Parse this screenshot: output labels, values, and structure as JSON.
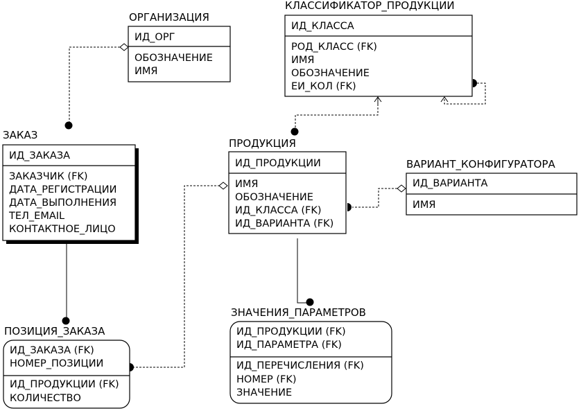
{
  "entities": {
    "organizaciya": {
      "title": "ОРГАНИЗАЦИЯ",
      "keys": [
        "ИД_ОРГ"
      ],
      "attrs": [
        "ОБОЗНАЧЕНИЕ",
        "ИМЯ"
      ]
    },
    "klassifikator": {
      "title": "КЛАССИФИКАТОР_ПРОДУКЦИИ",
      "keys": [
        "ИД_КЛАССА"
      ],
      "attrs": [
        "РОД_КЛАСС (FK)",
        "ИМЯ",
        "ОБОЗНАЧЕНИЕ",
        "ЕИ_КОЛ (FK)"
      ]
    },
    "zakaz": {
      "title": "ЗАКАЗ",
      "keys": [
        "ИД_ЗАКАЗА"
      ],
      "attrs": [
        "ЗАКАЗЧИК (FK)",
        "ДАТА_РЕГИСТРАЦИИ",
        "ДАТА_ВЫПОЛНЕНИЯ",
        "ТЕЛ_EMAIL",
        "КОНТАКТНОЕ_ЛИЦО"
      ]
    },
    "produkciya": {
      "title": "ПРОДУКЦИЯ",
      "keys": [
        "ИД_ПРОДУКЦИИ"
      ],
      "attrs": [
        "ИМЯ",
        "ОБОЗНАЧЕНИЕ",
        "ИД_КЛАССА (FK)",
        "ИД_ВАРИАНТА (FK)"
      ]
    },
    "variant": {
      "title": "ВАРИАНТ_КОНФИГУРАТОРА",
      "keys": [
        "ИД_ВАРИАНТА"
      ],
      "attrs": [
        "ИМЯ"
      ]
    },
    "znacheniya": {
      "title": "ЗНАЧЕНИЯ_ПАРАМЕТРОВ",
      "keys": [
        "ИД_ПРОДУКЦИИ (FK)",
        "ИД_ПАРАМЕТРА (FK)"
      ],
      "attrs": [
        "ИД_ПЕРЕЧИСЛЕНИЯ (FK)",
        "НОМЕР (FK)",
        "ЗНАЧЕНИЕ"
      ]
    },
    "poziciya": {
      "title": "ПОЗИЦИЯ_ЗАКАЗА",
      "keys": [
        "ИД_ЗАКАЗА (FK)",
        "НОМЕР_ПОЗИЦИИ"
      ],
      "attrs": [
        "ИД_ПРОДУКЦИИ (FK)",
        "КОЛИЧЕСТВО"
      ]
    }
  }
}
